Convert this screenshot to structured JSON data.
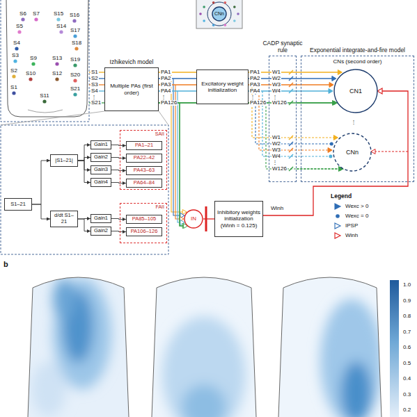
{
  "diagram": {
    "nodes": [
      {
        "text": [
          "CNn"
        ]
      },
      {
        "text": [
          "Izhikevich model",
          "Multiple PAs (first order)"
        ]
      },
      {
        "text": [
          "Excitatory weight initialization"
        ]
      },
      {
        "text": [
          "CADP synaptic rule"
        ]
      },
      {
        "text": [
          "Exponential integrate-and-fire model",
          "CNs (second order)"
        ]
      },
      {
        "text": [
          "CN1"
        ],
        "in": 4
      },
      {
        "text": [
          "CNn"
        ],
        "in": 4
      },
      {
        "text": [
          "IN"
        ]
      },
      {
        "text": [
          "Inhibitory weights initialization (Winh = 0.125)"
        ]
      },
      {
        "text": [
          "S1–21"
        ]
      },
      {
        "text": [
          "|S1–21|"
        ]
      },
      {
        "text": [
          "Gain1"
        ]
      },
      {
        "text": [
          "Gain2"
        ]
      },
      {
        "text": [
          "Gain3"
        ]
      },
      {
        "text": [
          "Gain4"
        ]
      },
      {
        "text": [
          "SAII"
        ]
      },
      {
        "text": [
          "PA1–21"
        ],
        "in": 15
      },
      {
        "text": [
          "PA22–42"
        ],
        "in": 15
      },
      {
        "text": [
          "PA43–63"
        ],
        "in": 15
      },
      {
        "text": [
          "PA64–84"
        ],
        "in": 15
      },
      {
        "text": [
          "d/dt S1–21"
        ]
      },
      {
        "text": [
          "Gain1"
        ]
      },
      {
        "text": [
          "Gain2"
        ]
      },
      {
        "text": [
          "FAII"
        ]
      },
      {
        "text": [
          "PA85–105"
        ],
        "in": 23
      },
      {
        "text": [
          "PA106–126"
        ],
        "in": 23
      }
    ],
    "edges": [
      {
        "from": 1,
        "to": 2,
        "arrow": "none"
      },
      {
        "from": 2,
        "to": 3,
        "arrow": "none"
      },
      {
        "from": 3,
        "to": 5,
        "arrow": "to"
      },
      {
        "from": 3,
        "to": 6,
        "arrow": "to"
      },
      {
        "from": 1,
        "to": 7,
        "arrow": "to"
      },
      {
        "from": 7,
        "to": 8,
        "arrow": "none"
      },
      {
        "from": 8,
        "to": 5,
        "arrow": "to"
      },
      {
        "from": 9,
        "to": 10,
        "arrow": "to"
      },
      {
        "from": 9,
        "to": 20,
        "arrow": "to"
      },
      {
        "from": 10,
        "to": 11,
        "arrow": "to"
      },
      {
        "from": 10,
        "to": 12,
        "arrow": "to"
      },
      {
        "from": 10,
        "to": 13,
        "arrow": "to"
      },
      {
        "from": 10,
        "to": 14,
        "arrow": "to"
      },
      {
        "from": 11,
        "to": 16,
        "arrow": "to"
      },
      {
        "from": 12,
        "to": 17,
        "arrow": "to"
      },
      {
        "from": 13,
        "to": 18,
        "arrow": "to"
      },
      {
        "from": 14,
        "to": 19,
        "arrow": "to"
      },
      {
        "from": 20,
        "to": 21,
        "arrow": "to"
      },
      {
        "from": 20,
        "to": 22,
        "arrow": "to"
      },
      {
        "from": 21,
        "to": 24,
        "arrow": "to"
      },
      {
        "from": 22,
        "to": 25,
        "arrow": "to"
      }
    ],
    "labels": [
      "S6",
      "S7",
      "S15",
      "S16",
      "S5",
      "S14",
      "S17",
      "S4",
      "S3",
      "S9",
      "S13",
      "S18",
      "S19",
      "S2",
      "S10",
      "S12",
      "S20",
      "S1",
      "S11",
      "S21",
      "S1",
      "S2",
      "S3",
      "S4",
      "⋮",
      "S21",
      "PA1",
      "PA2",
      "PA3",
      "PA4",
      "⋮",
      "PA126",
      "PA1",
      "PA2",
      "PA3",
      "PA4",
      "⋮",
      "PA126",
      "W1",
      "W2",
      "W3",
      "W4",
      "⋮",
      "W126",
      "W1",
      "W2",
      "W3",
      "W4",
      "⋮",
      "W126",
      "⋮",
      "Winh",
      "Legend",
      "b",
      "1.0",
      "0.9",
      "0.8",
      "0.7",
      "0.6",
      "0.5",
      "0.4",
      "0.3",
      "0.2"
    ],
    "legend": [
      {
        "text": "Wexc > 0"
      },
      {
        "text": "Wexc = 0"
      },
      {
        "text": "IPSP"
      },
      {
        "text": "Winh"
      }
    ]
  }
}
